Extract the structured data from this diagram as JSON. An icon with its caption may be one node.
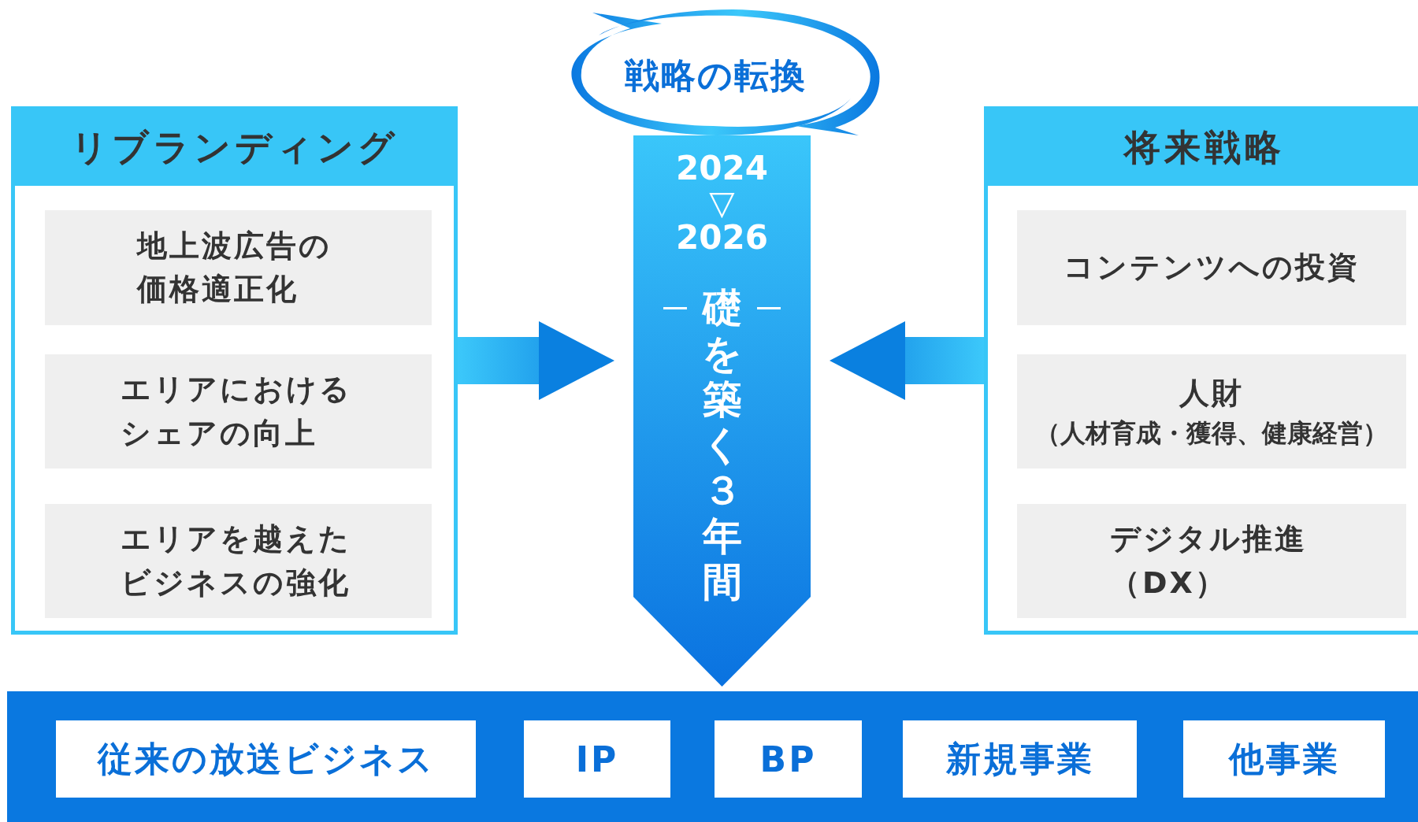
{
  "diagram": {
    "nodes": [
      {
        "text": [
          "戦略の転換"
        ]
      },
      {
        "text": [
          "リブランディング"
        ]
      },
      {
        "text": [
          "地上波広告の価格適正化"
        ],
        "in": 1
      },
      {
        "text": [
          "エリアにおけるシェアの向上"
        ],
        "in": 1
      },
      {
        "text": [
          "エリアを越えたビジネスの強化"
        ],
        "in": 1
      },
      {
        "text": [
          "2024 ▽ 2026",
          "礎を築く３年間"
        ]
      },
      {
        "text": [
          "将来戦略"
        ]
      },
      {
        "text": [
          "コンテンツへの投資"
        ],
        "in": 6
      },
      {
        "text": [
          "人財",
          "（人材育成・獲得、健康経営）"
        ],
        "in": 6
      },
      {
        "text": [
          "デジタル推進（DX）"
        ],
        "in": 6
      },
      {
        "text": [],
        "shape": "box"
      },
      {
        "text": [
          "従来の放送ビジネス"
        ],
        "in": 10
      },
      {
        "text": [
          "IP"
        ],
        "in": 10
      },
      {
        "text": [
          "BP"
        ],
        "in": 10
      },
      {
        "text": [
          "新規事業"
        ],
        "in": 10
      },
      {
        "text": [
          "他事業"
        ],
        "in": 10
      }
    ],
    "edges": [
      {
        "from": 1,
        "to": 5,
        "arrow": "to"
      },
      {
        "from": 6,
        "to": 5,
        "arrow": "to"
      }
    ]
  }
}
